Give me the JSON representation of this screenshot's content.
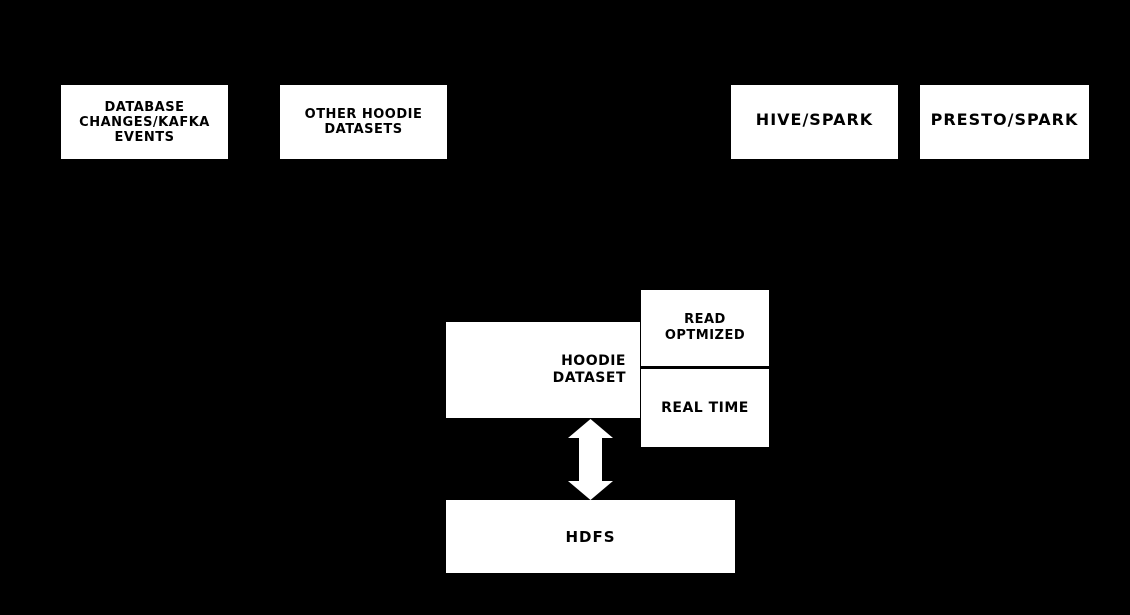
{
  "diagram": {
    "background_color": "#000000",
    "node_fill_color": "#ffffff",
    "node_text_color": "#000000",
    "arrow_color": "#ffffff",
    "nodes": {
      "database_changes": {
        "label": "DATABASE CHANGES/KAFKA EVENTS",
        "lines": [
          "DATABASE",
          "CHANGES/KAFKA",
          "EVENTS"
        ]
      },
      "other_hoodie": {
        "label": "OTHER HOODIE DATASETS",
        "lines": [
          "OTHER HOODIE",
          "DATASETS"
        ]
      },
      "hive_spark": {
        "label": "HIVE/SPARK"
      },
      "presto_spark": {
        "label": "PRESTO/SPARK"
      },
      "hoodie_dataset": {
        "label": "HOODIE DATASET",
        "lines": [
          "HOODIE",
          "DATASET"
        ]
      },
      "read_optimized": {
        "label": "READ OPTMIZED",
        "lines": [
          "READ",
          "OPTMIZED"
        ]
      },
      "real_time": {
        "label": "REAL TIME"
      },
      "hdfs": {
        "label": "HDFS"
      }
    },
    "connections": [
      {
        "from": "HOODIE DATASET",
        "to": "HDFS",
        "type": "bidirectional-arrow",
        "color": "#ffffff"
      }
    ]
  }
}
